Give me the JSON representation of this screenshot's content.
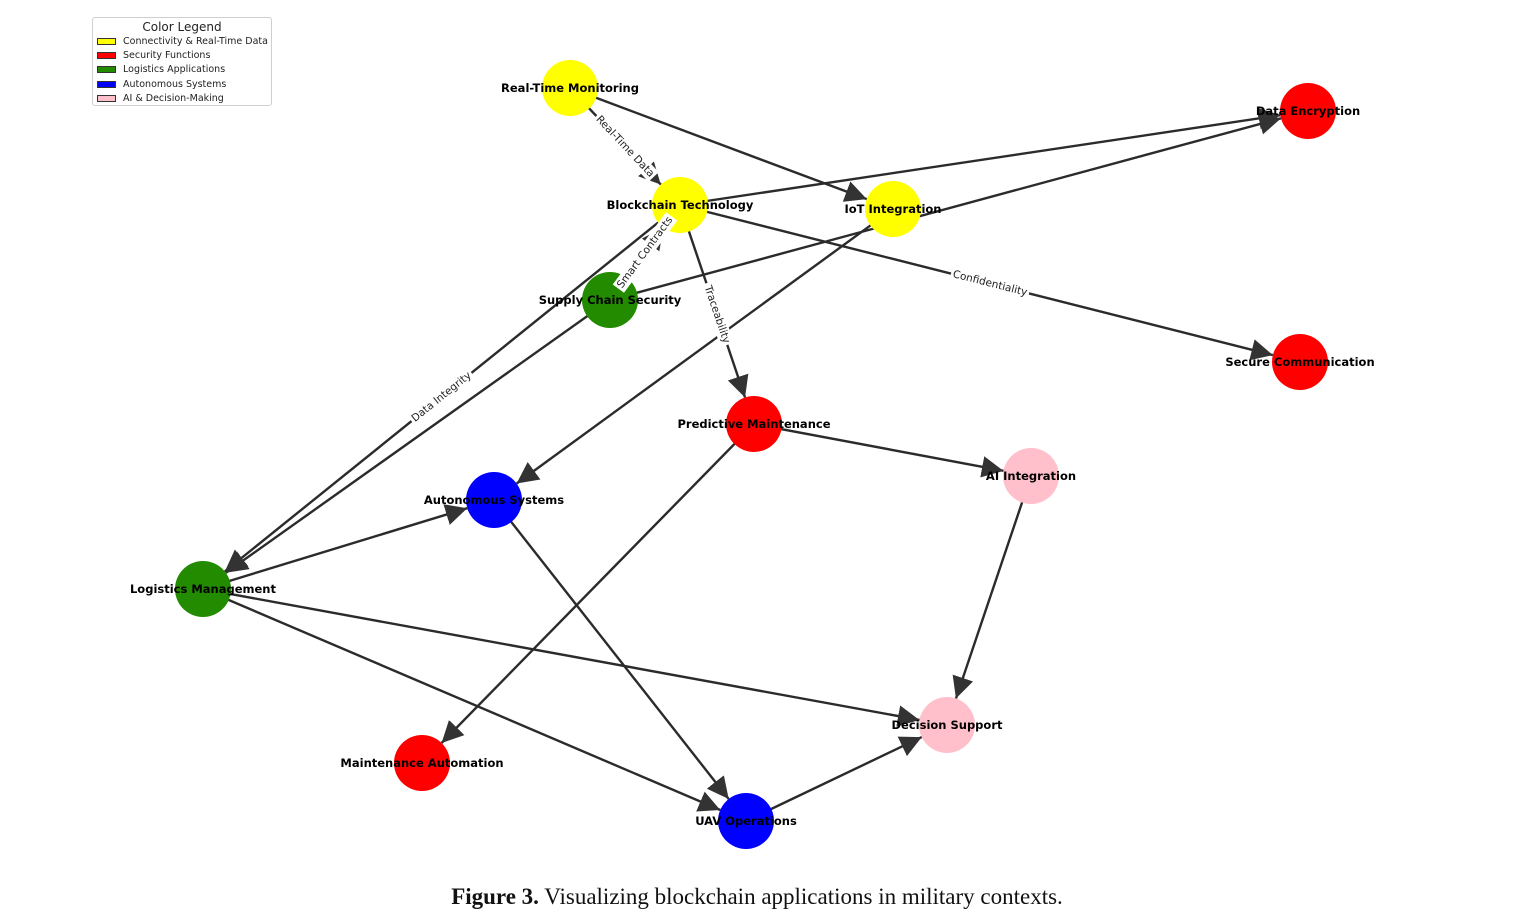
{
  "legend": {
    "title": "Color Legend",
    "items": [
      {
        "label": "Connectivity & Real-Time Data",
        "color": "#ffff00"
      },
      {
        "label": "Security Functions",
        "color": "#ff0000"
      },
      {
        "label": "Logistics Applications",
        "color": "#228b00"
      },
      {
        "label": "Autonomous Systems",
        "color": "#0000ff"
      },
      {
        "label": "AI & Decision-Making",
        "color": "#ffc0cb"
      }
    ]
  },
  "nodes": [
    {
      "id": "rtm",
      "label": "Real-Time Monitoring",
      "group": "Connectivity & Real-Time Data"
    },
    {
      "id": "bct",
      "label": "Blockchain Technology",
      "group": "Connectivity & Real-Time Data"
    },
    {
      "id": "iot",
      "label": "IoT Integration",
      "group": "Connectivity & Real-Time Data"
    },
    {
      "id": "de",
      "label": "Data Encryption",
      "group": "Security Functions"
    },
    {
      "id": "sc",
      "label": "Secure Communication",
      "group": "Security Functions"
    },
    {
      "id": "pm",
      "label": "Predictive Maintenance",
      "group": "Security Functions"
    },
    {
      "id": "ma",
      "label": "Maintenance Automation",
      "group": "Security Functions"
    },
    {
      "id": "scs",
      "label": "Supply Chain Security",
      "group": "Logistics Applications"
    },
    {
      "id": "lm",
      "label": "Logistics Management",
      "group": "Logistics Applications"
    },
    {
      "id": "as",
      "label": "Autonomous Systems",
      "group": "Autonomous Systems"
    },
    {
      "id": "uav",
      "label": "UAV Operations",
      "group": "Autonomous Systems"
    },
    {
      "id": "ai",
      "label": "AI Integration",
      "group": "AI & Decision-Making"
    },
    {
      "id": "ds",
      "label": "Decision Support",
      "group": "AI & Decision-Making"
    }
  ],
  "edges": [
    {
      "from": "rtm",
      "to": "bct",
      "label": "Real-Time Data"
    },
    {
      "from": "rtm",
      "to": "iot",
      "label": ""
    },
    {
      "from": "bct",
      "to": "de",
      "label": ""
    },
    {
      "from": "bct",
      "to": "sc",
      "label": "Confidentiality"
    },
    {
      "from": "bct",
      "to": "pm",
      "label": "Traceability"
    },
    {
      "from": "bct",
      "to": "lm",
      "label": "Data Integrity"
    },
    {
      "from": "scs",
      "to": "bct",
      "label": "Smart Contracts"
    },
    {
      "from": "scs",
      "to": "de",
      "label": ""
    },
    {
      "from": "scs",
      "to": "lm",
      "label": ""
    },
    {
      "from": "iot",
      "to": "as",
      "label": ""
    },
    {
      "from": "pm",
      "to": "ai",
      "label": ""
    },
    {
      "from": "pm",
      "to": "ma",
      "label": ""
    },
    {
      "from": "ai",
      "to": "ds",
      "label": ""
    },
    {
      "from": "lm",
      "to": "as",
      "label": ""
    },
    {
      "from": "lm",
      "to": "ds",
      "label": ""
    },
    {
      "from": "lm",
      "to": "uav",
      "label": ""
    },
    {
      "from": "as",
      "to": "uav",
      "label": ""
    },
    {
      "from": "uav",
      "to": "ds",
      "label": ""
    }
  ],
  "caption": {
    "label": "Figure 3.",
    "text": " Visualizing blockchain applications in military contexts."
  }
}
